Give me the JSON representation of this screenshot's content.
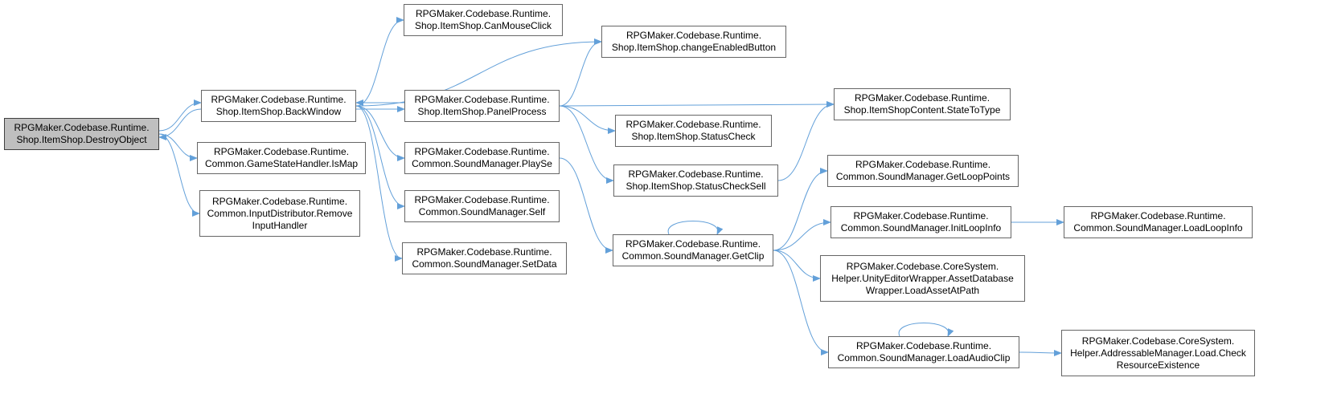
{
  "graph": {
    "edge_color": "#63a0d9",
    "nodes": [
      {
        "id": "destroy",
        "root": true,
        "lines": [
          "RPGMaker.Codebase.Runtime.",
          "Shop.ItemShop.DestroyObject"
        ]
      },
      {
        "id": "backwindow",
        "lines": [
          "RPGMaker.Codebase.Runtime.",
          "Shop.ItemShop.BackWindow"
        ]
      },
      {
        "id": "ismap",
        "lines": [
          "RPGMaker.Codebase.Runtime.",
          "Common.GameStateHandler.IsMap"
        ]
      },
      {
        "id": "removeinput",
        "lines": [
          "RPGMaker.Codebase.Runtime.",
          "Common.InputDistributor.Remove",
          "InputHandler"
        ]
      },
      {
        "id": "canmouse",
        "lines": [
          "RPGMaker.Codebase.Runtime.",
          "Shop.ItemShop.CanMouseClick"
        ]
      },
      {
        "id": "changeenabled",
        "lines": [
          "RPGMaker.Codebase.Runtime.",
          "Shop.ItemShop.changeEnabledButton"
        ]
      },
      {
        "id": "panelprocess",
        "lines": [
          "RPGMaker.Codebase.Runtime.",
          "Shop.ItemShop.PanelProcess"
        ]
      },
      {
        "id": "playse",
        "lines": [
          "RPGMaker.Codebase.Runtime.",
          "Common.SoundManager.PlaySe"
        ]
      },
      {
        "id": "self",
        "lines": [
          "RPGMaker.Codebase.Runtime.",
          "Common.SoundManager.Self"
        ]
      },
      {
        "id": "setdata",
        "lines": [
          "RPGMaker.Codebase.Runtime.",
          "Common.SoundManager.SetData"
        ]
      },
      {
        "id": "statetotype",
        "lines": [
          "RPGMaker.Codebase.Runtime.",
          "Shop.ItemShopContent.StateToType"
        ]
      },
      {
        "id": "statuscheck",
        "lines": [
          "RPGMaker.Codebase.Runtime.",
          "Shop.ItemShop.StatusCheck"
        ]
      },
      {
        "id": "statuschecksell",
        "lines": [
          "RPGMaker.Codebase.Runtime.",
          "Shop.ItemShop.StatusCheckSell"
        ]
      },
      {
        "id": "getclip",
        "lines": [
          "RPGMaker.Codebase.Runtime.",
          "Common.SoundManager.GetClip"
        ]
      },
      {
        "id": "getlooppoints",
        "lines": [
          "RPGMaker.Codebase.Runtime.",
          "Common.SoundManager.GetLoopPoints"
        ]
      },
      {
        "id": "initloopinfo",
        "lines": [
          "RPGMaker.Codebase.Runtime.",
          "Common.SoundManager.InitLoopInfo"
        ]
      },
      {
        "id": "loadloopinfo",
        "lines": [
          "RPGMaker.Codebase.Runtime.",
          "Common.SoundManager.LoadLoopInfo"
        ]
      },
      {
        "id": "loadassetatpath",
        "lines": [
          "RPGMaker.Codebase.CoreSystem.",
          "Helper.UnityEditorWrapper.AssetDatabase",
          "Wrapper.LoadAssetAtPath"
        ]
      },
      {
        "id": "loadaudioclip",
        "lines": [
          "RPGMaker.Codebase.Runtime.",
          "Common.SoundManager.LoadAudioClip"
        ]
      },
      {
        "id": "checkresource",
        "lines": [
          "RPGMaker.Codebase.CoreSystem.",
          "Helper.AddressableManager.Load.Check",
          "ResourceExistence"
        ]
      }
    ],
    "edges": [
      {
        "from": "destroy",
        "to": "backwindow"
      },
      {
        "from": "destroy",
        "to": "ismap"
      },
      {
        "from": "destroy",
        "to": "removeinput"
      },
      {
        "from": "backwindow",
        "to": "destroy"
      },
      {
        "from": "backwindow",
        "to": "canmouse"
      },
      {
        "from": "backwindow",
        "to": "changeenabled"
      },
      {
        "from": "backwindow",
        "to": "panelprocess"
      },
      {
        "from": "backwindow",
        "to": "playse"
      },
      {
        "from": "backwindow",
        "to": "self"
      },
      {
        "from": "backwindow",
        "to": "setdata"
      },
      {
        "from": "panelprocess",
        "to": "backwindow"
      },
      {
        "from": "panelprocess",
        "to": "changeenabled"
      },
      {
        "from": "panelprocess",
        "to": "statetotype"
      },
      {
        "from": "panelprocess",
        "to": "statuscheck"
      },
      {
        "from": "panelprocess",
        "to": "statuschecksell"
      },
      {
        "from": "statuschecksell",
        "to": "statetotype"
      },
      {
        "from": "playse",
        "to": "getclip"
      },
      {
        "from": "getclip",
        "to": "getclip"
      },
      {
        "from": "getclip",
        "to": "getlooppoints"
      },
      {
        "from": "getclip",
        "to": "initloopinfo"
      },
      {
        "from": "getclip",
        "to": "loadassetatpath"
      },
      {
        "from": "getclip",
        "to": "loadaudioclip"
      },
      {
        "from": "initloopinfo",
        "to": "loadloopinfo"
      },
      {
        "from": "loadaudioclip",
        "to": "loadaudioclip"
      },
      {
        "from": "loadaudioclip",
        "to": "checkresource"
      }
    ]
  }
}
